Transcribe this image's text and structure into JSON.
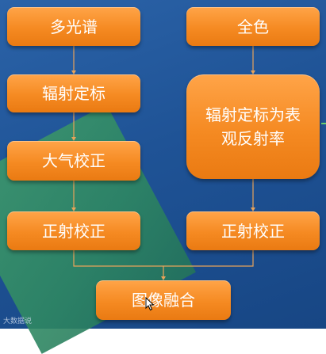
{
  "nodes": {
    "multispectral": "多光谱",
    "panchromatic": "全色",
    "radiometric_calibration": "辐射定标",
    "calibration_to_reflectance": "辐射定标为表观反射率",
    "atmospheric_correction": "大气校正",
    "ortho_left": "正射校正",
    "ortho_right": "正射校正",
    "image_fusion": "图像融合"
  },
  "watermark": "大数据说",
  "colors": {
    "box_orange": "#f58a22",
    "background_blue": "#1f5396",
    "connector": "#e8a35a"
  }
}
